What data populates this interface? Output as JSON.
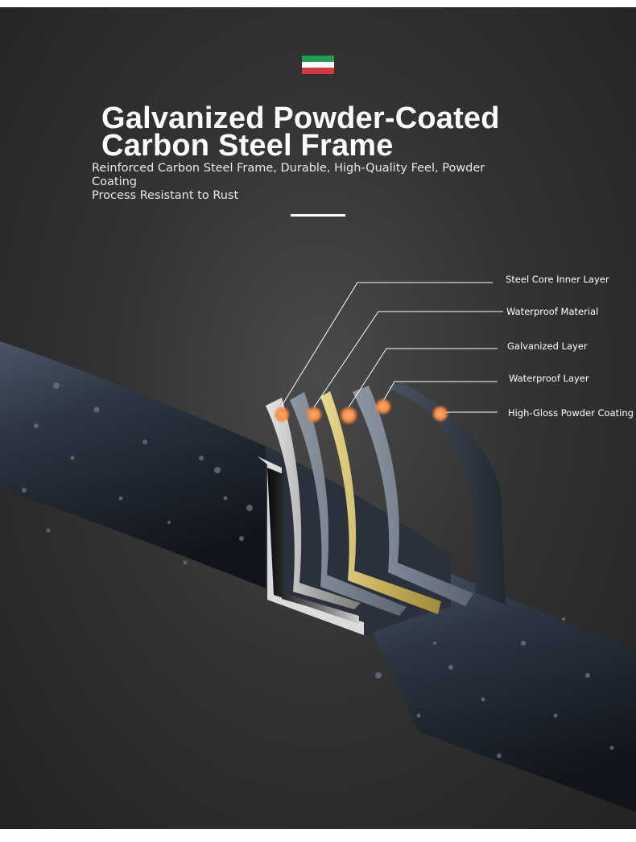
{
  "flag": {
    "colors": [
      "#1f9d55",
      "#ffffff",
      "#d23b3b"
    ]
  },
  "heading": {
    "line1": "Galvanized Powder-Coated",
    "line2": "Carbon Steel Frame"
  },
  "subtitle": {
    "line1": "Reinforced Carbon Steel Frame, Durable, High-Quality Feel, Powder Coating",
    "line2": "Process Resistant to Rust"
  },
  "layers": [
    {
      "label": "Steel Core Inner Layer"
    },
    {
      "label": "Waterproof Material"
    },
    {
      "label": "Galvanized Layer"
    },
    {
      "label": "Waterproof Layer"
    },
    {
      "label": "High-Gloss Powder Coating Layer"
    }
  ],
  "colors": {
    "background": "#2e2e2e",
    "tube": "#2b3340",
    "galvanized": "#c9b565",
    "marker": "#ff9a4d"
  }
}
